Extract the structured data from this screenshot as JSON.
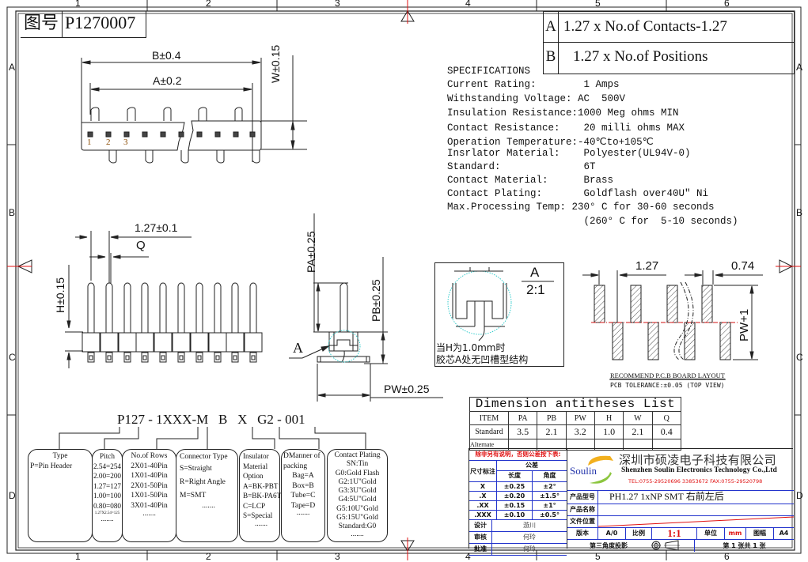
{
  "frame": {
    "column_labels": [
      "1",
      "2",
      "3",
      "4",
      "5",
      "6"
    ],
    "row_labels": [
      "A",
      "B",
      "C",
      "D"
    ]
  },
  "drawing_number": {
    "label": "图号",
    "value": "P1270007"
  },
  "formula_table": [
    {
      "key": "A",
      "formula": "1.27 x No.of Contacts-1.27"
    },
    {
      "key": "B",
      "formula": "1.27 x No.of Positions"
    }
  ],
  "specifications": {
    "title": "SPECIFICATIONS",
    "rows": [
      {
        "label": "Current Rating:        ",
        "value": "1 Amps"
      },
      {
        "label": "Withstanding Voltage: ",
        "value": "AC  500V"
      },
      {
        "label": "Insulation Resistance:",
        "value": "1000 Meg ohms MIN"
      },
      {
        "label": "Contact Resistance:    ",
        "value": "20 milli ohms MAX"
      },
      {
        "label": "Operation Temperature:",
        "value": "-40℃to+105℃"
      },
      {
        "label": "Insrlator Material:    ",
        "value": "Polyester(UL94V-0)"
      },
      {
        "label": "Standard:              ",
        "value": "6T"
      },
      {
        "label": "Contact Material:      ",
        "value": "Brass"
      },
      {
        "label": "Contact Plating:       ",
        "value": "Goldflash over40U\" Ni"
      },
      {
        "label": "Max.Processing Temp: ",
        "value": "230° C for 30-60 seconds"
      },
      {
        "label": "                       ",
        "value": "(260° C for  5-10 seconds)"
      }
    ]
  },
  "top_view": {
    "dim_b": "B±0.4",
    "dim_a": "A±0.2",
    "dim_w": "W±0.15",
    "pin_numbers": [
      "1",
      "2",
      "3"
    ]
  },
  "front_view": {
    "dim_pitch": "1.27±0.1",
    "dim_q": "Q",
    "dim_h": "H±0.15"
  },
  "side_view": {
    "dim_pa": "PA±0.25",
    "dim_pb": "PB±0.25",
    "dim_pw": "PW±0.25",
    "detail_marker": "A"
  },
  "detail_a": {
    "label": "A",
    "scale": "2:1",
    "note_line1": "当H为1.0mm时",
    "note_line2": "胶芯A处无凹槽型结构"
  },
  "pcb_layout": {
    "dim_pitch": "1.27",
    "dim_pad": "0.74",
    "dim_pw": "PW+1",
    "title": "RECOMMEND P.C.B BOARD LAYOUT",
    "tolerance": "PCB TOLERANCE:±0.05 (TOP VIEW)"
  },
  "dimension_list": {
    "title": "Dimension antitheses List",
    "headers": [
      "ITEM",
      "PA",
      "PB",
      "PW",
      "H",
      "W",
      "Q"
    ],
    "rows": [
      [
        "Standard",
        "3.5",
        "2.1",
        "3.2",
        "1.0",
        "2.1",
        "0.4"
      ],
      [
        "AIternate",
        "",
        "",
        "",
        "",
        "",
        ""
      ]
    ]
  },
  "part_number": {
    "segments": [
      "P",
      "127",
      "-",
      "1XXX-M",
      "B",
      "X",
      "G2",
      "-",
      "001"
    ],
    "options": [
      {
        "title": "Type",
        "lines": [
          "P=Pin Header"
        ]
      },
      {
        "title": "Pitch",
        "lines": [
          "2.54=254",
          "2.00=200",
          "1.27=127",
          "1.00=100",
          "0.80=080",
          "1.27X2.54=125",
          "......."
        ]
      },
      {
        "title": "No.of Rows",
        "lines": [
          "2X01-40Pin",
          "1X01-40Pin",
          "2X01-50Pin",
          "1X01-50Pin",
          "3X01-40Pin",
          "......."
        ]
      },
      {
        "title": "Connector Type",
        "lines": [
          "S=Straight",
          "R=Right Angle",
          "M=SMT",
          "......."
        ]
      },
      {
        "title": "Insulator Material Option",
        "lines": [
          "A=BK-PBT",
          "B=BK-PA6T",
          "C=LCP",
          "S=Special",
          "......."
        ]
      },
      {
        "title": "DManner of packing",
        "lines": [
          "Bag=A",
          "Box=B",
          "Tube=C",
          "Tape=D",
          "......."
        ]
      },
      {
        "title": "Contact Plating",
        "lines": [
          "SN:Tin",
          "G0:Gold Flash",
          "G2:1U\"Gold",
          "G3:3U\"Gold",
          "G4:5U\"Gold",
          "G5:10U\"Gold",
          "G5:15U\"Gold",
          "Standard:G0",
          "......."
        ]
      }
    ]
  },
  "tolerance_table": {
    "note": "除非另有说明，否则公差按下表:",
    "header_dim": "尺寸标注",
    "header_tol": "公差",
    "header_len": "长度",
    "header_ang": "角度",
    "rows": [
      [
        "X",
        "±0.25",
        "±2°"
      ],
      [
        ".X",
        "±0.20",
        "±1.5°"
      ],
      [
        ".XX",
        "±0.15",
        "±1°"
      ],
      [
        ".XXX",
        "±0.10",
        "±0.5°"
      ]
    ],
    "signatures": [
      {
        "role": "设计",
        "name": "游川"
      },
      {
        "role": "审核",
        "name": "何玲"
      },
      {
        "role": "批准",
        "name": "何玲"
      }
    ]
  },
  "title_block": {
    "logo_text": "Soulin",
    "company_cn": "深圳市硕凌电子科技有限公司",
    "company_en": "Shenzhen Soulin Electronics Technology Co.,Ltd",
    "contact": "TEL:0755-29520696 33853672   FAX:0755-29520798",
    "product_model_label": "产品型号",
    "product_model_value": "PH1.27 1xNP SMT 右前左后",
    "product_name_label": "产品名称",
    "file_location_label": "文件位置",
    "version_label": "版本",
    "version_value": "A/0",
    "scale_label": "比例",
    "scale_value": "1:1",
    "unit_label": "单位",
    "unit_value": "mm",
    "sheet_size_label": "图幅",
    "sheet_size_value": "A4",
    "projection_label": "第三角度投影",
    "sheet_info": "第 1 张共 1 张"
  },
  "colors": {
    "line": "#1a1a1a",
    "red": "#e01010",
    "blue_grid": "#2233cc",
    "cyan_detail": "#33cccc",
    "logo_yellow": "#f2b01e",
    "logo_green": "#8cc63f"
  }
}
